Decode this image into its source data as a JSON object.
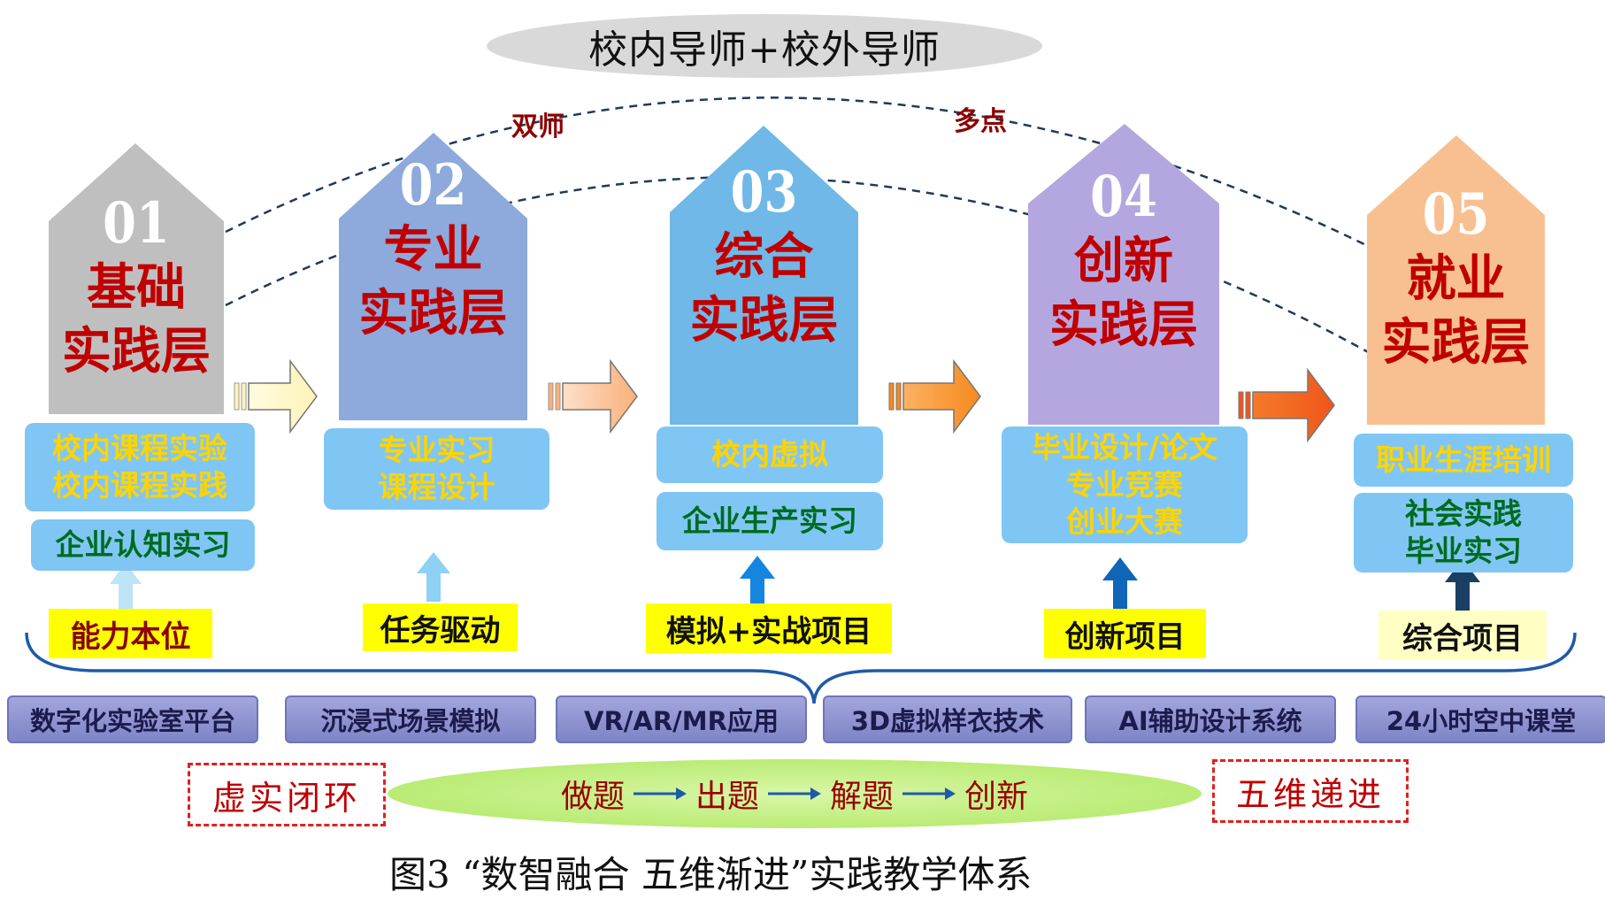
{
  "mentor": {
    "label": "校内导师+校外导师"
  },
  "arc_labels": {
    "left": "双师",
    "right": "多点"
  },
  "layers": [
    {
      "num": "01",
      "title_line1": "基础",
      "title_line2": "实践层",
      "color": "#bfbfbf"
    },
    {
      "num": "02",
      "title_line1": "专业",
      "title_line2": "实践层",
      "color": "#8ea9db"
    },
    {
      "num": "03",
      "title_line1": "综合",
      "title_line2": "实践层",
      "color": "#6fb8e8"
    },
    {
      "num": "04",
      "title_line1": "创新",
      "title_line2": "实践层",
      "color": "#b4a7e0"
    },
    {
      "num": "05",
      "title_line1": "就业",
      "title_line2": "实践层",
      "color": "#f8c090"
    }
  ],
  "boxes": {
    "l1_top": [
      "校内课程实验",
      "校内课程实践"
    ],
    "l1_bottom": "企业认知实习",
    "l2_top": [
      "专业实习",
      "课程设计"
    ],
    "l3_top": "校内虚拟",
    "l3_bottom": "企业生产实习",
    "l4_top": [
      "毕业设计/论文",
      "专业竞赛",
      "创业大赛"
    ],
    "l5_top": "职业生涯培训",
    "l5_bottom": [
      "社会实践",
      "毕业实习"
    ]
  },
  "drivers": [
    "能力本位",
    "任务驱动",
    "模拟+实战项目",
    "创新项目",
    "综合项目"
  ],
  "tech": [
    "数字化实验室平台",
    "沉浸式场景模拟",
    "VR/AR/MR应用",
    "3D虚拟样衣技术",
    "AI辅助设计系统",
    "24小时空中课堂"
  ],
  "loop": {
    "left_label": "虚实闭环",
    "right_label": "五维递进",
    "steps": [
      "做题",
      "出题",
      "解题",
      "创新"
    ]
  },
  "caption": "图3  “数智融合  五维渐进”实践教学体系",
  "colors": {
    "title_red": "#c00000",
    "box_blue": "#7fc6f5",
    "text_yellow": "#ffd400",
    "text_green": "#006b1f"
  }
}
